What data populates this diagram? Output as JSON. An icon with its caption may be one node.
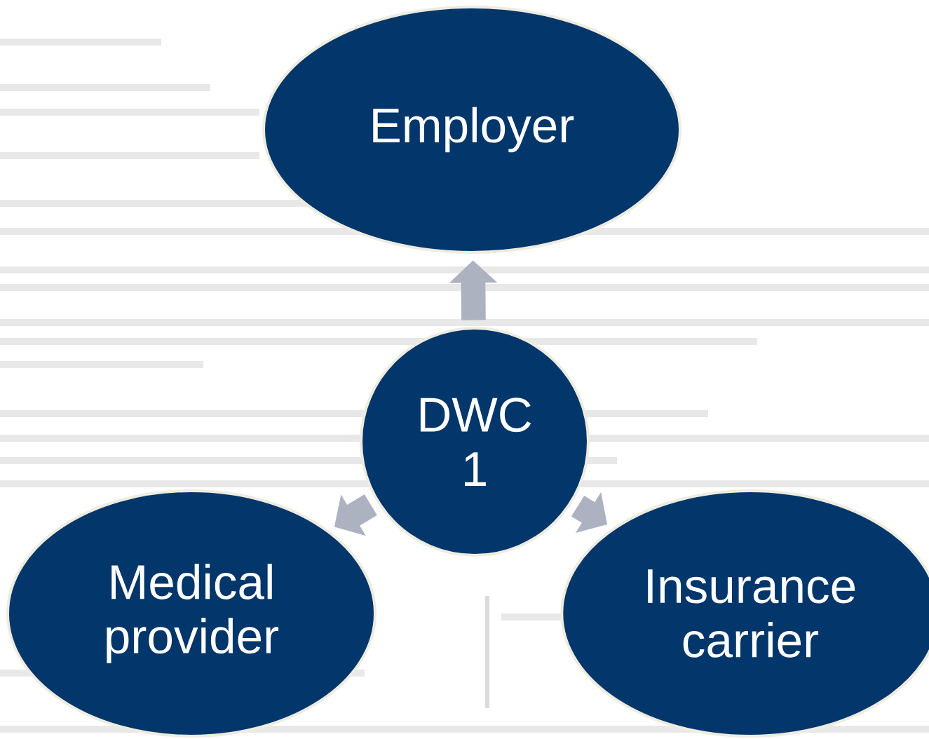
{
  "diagram": {
    "nodes": [
      {
        "text": [
          "Employer"
        ]
      },
      {
        "text": [
          "DWC 1"
        ]
      },
      {
        "text": [
          "Medical provider"
        ]
      },
      {
        "text": [
          "Insurance carrier"
        ]
      }
    ],
    "edges": [
      {
        "from": 1,
        "to": 0,
        "arrow": "to"
      },
      {
        "from": 1,
        "to": 2,
        "arrow": "to"
      },
      {
        "from": 1,
        "to": 3,
        "arrow": "to"
      }
    ]
  }
}
